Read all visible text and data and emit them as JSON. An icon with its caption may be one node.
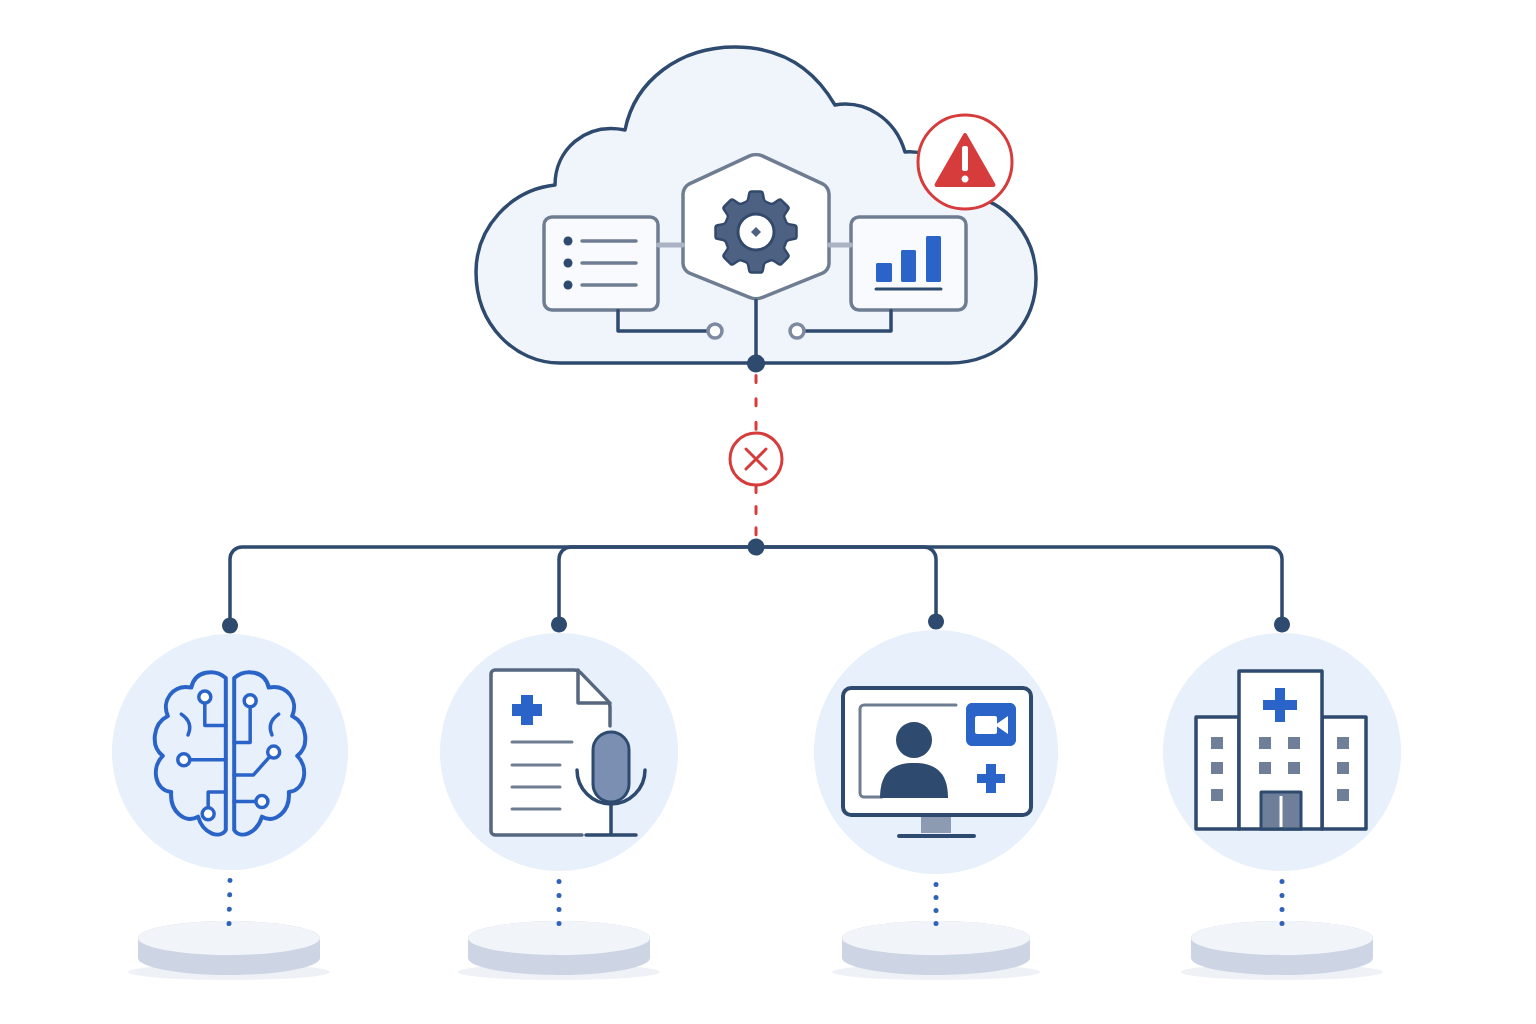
{
  "diagram": {
    "nodes": [
      {
        "text": [],
        "shape": "cloud"
      },
      {
        "text": [],
        "shape": "box",
        "in": 0
      },
      {
        "text": [],
        "shape": "hexagon",
        "in": 0
      },
      {
        "text": [],
        "shape": "box",
        "in": 0
      },
      {
        "text": [],
        "shape": "circle"
      },
      {
        "text": [],
        "shape": "circle"
      },
      {
        "text": [],
        "shape": "circle"
      },
      {
        "text": [],
        "shape": "circle"
      },
      {
        "text": [],
        "shape": "circle"
      },
      {
        "text": [],
        "shape": "circle"
      },
      {
        "text": [],
        "shape": "cylinder"
      },
      {
        "text": [],
        "shape": "cylinder"
      },
      {
        "text": [],
        "shape": "cylinder"
      },
      {
        "text": [],
        "shape": "cylinder"
      }
    ],
    "edges": [
      {
        "from": 1,
        "to": 2,
        "arrow": "none",
        "color": "#a9b3c3"
      },
      {
        "from": 2,
        "to": 3,
        "arrow": "none",
        "color": "#a9b3c3"
      },
      {
        "from": 1,
        "to": null,
        "arrow": "other"
      },
      {
        "from": 3,
        "to": null,
        "arrow": "other"
      },
      {
        "from": 2,
        "to": 0,
        "arrow": "other"
      },
      {
        "from": 0,
        "to": 4,
        "arrow": "none",
        "style": "dashed",
        "color": "#d63c3c"
      },
      {
        "from": 4,
        "to": 5,
        "arrow": "none",
        "style": "dashed",
        "color": "#d63c3c"
      },
      {
        "from": 5,
        "to": 6,
        "arrow": "other"
      },
      {
        "from": 5,
        "to": 7,
        "arrow": "other"
      },
      {
        "from": 5,
        "to": 8,
        "arrow": "other"
      },
      {
        "from": 5,
        "to": 9,
        "arrow": "other"
      },
      {
        "from": 6,
        "to": 10,
        "arrow": "none",
        "style": "dashed",
        "color": "#2f62b8"
      },
      {
        "from": 7,
        "to": 11,
        "arrow": "none",
        "style": "dashed",
        "color": "#2f62b8"
      },
      {
        "from": 8,
        "to": 12,
        "arrow": "none",
        "style": "dashed",
        "color": "#2f62b8"
      },
      {
        "from": 9,
        "to": 13,
        "arrow": "none",
        "style": "dashed",
        "color": "#2f62b8"
      }
    ]
  }
}
